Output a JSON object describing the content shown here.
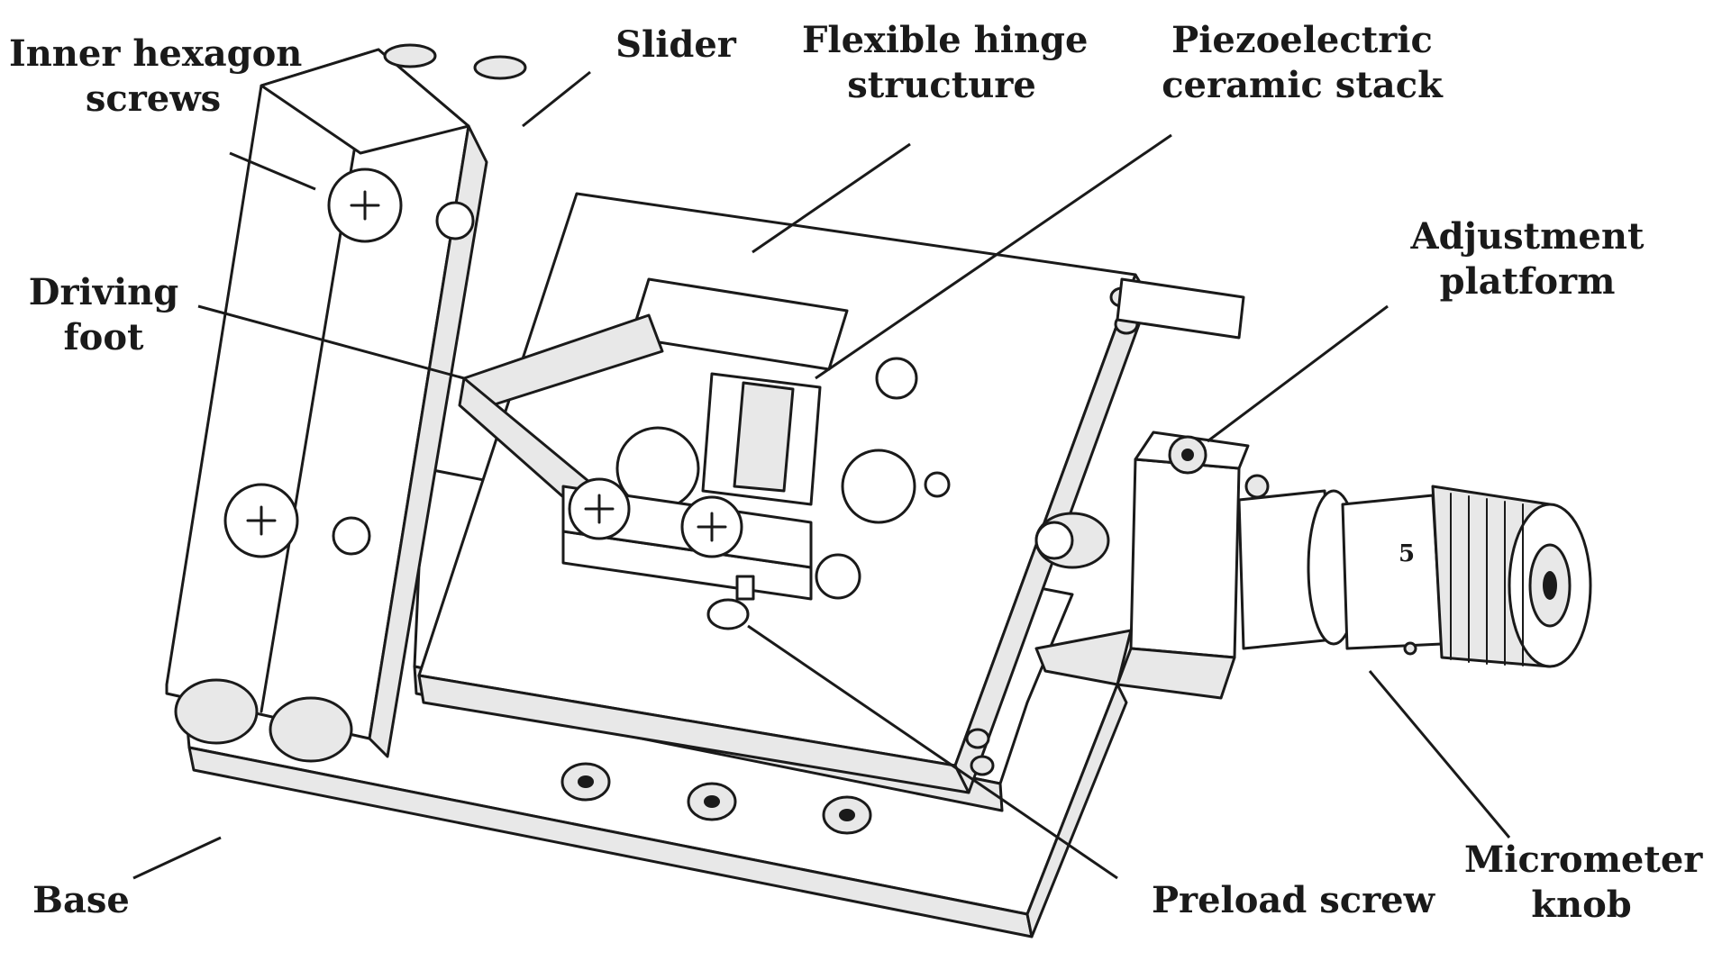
{
  "diagram": {
    "labels": {
      "inner_hexagon_screws": [
        "Inner hexagon",
        "screws"
      ],
      "slider": [
        "Slider"
      ],
      "flexible_hinge_structure": [
        "Flexible hinge",
        "structure"
      ],
      "piezoelectric_ceramic_stack": [
        "Piezoelectric",
        "ceramic stack"
      ],
      "adjustment_platform": [
        "Adjustment",
        "platform"
      ],
      "driving_foot": [
        "Driving",
        "foot"
      ],
      "base": [
        "Base"
      ],
      "preload_screw": [
        "Preload screw"
      ],
      "micrometer_knob": [
        "Micrometer",
        "knob"
      ]
    },
    "micrometer_scale_digit": "5",
    "colors": {
      "line": "#1a1a1a",
      "fill": "#ffffff",
      "shade": "#e8e8e8"
    }
  }
}
